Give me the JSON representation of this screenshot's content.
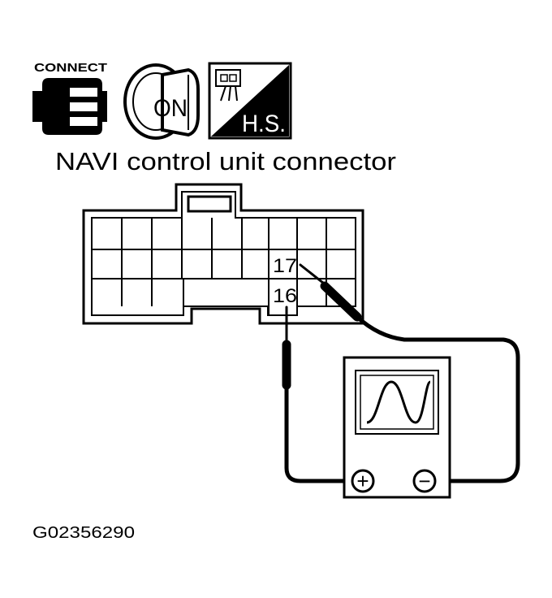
{
  "header_icons": {
    "connect_label": "CONNECT",
    "ignition_label": "ON",
    "harness_side_label": "H.S."
  },
  "connector_title": "NAVI control unit connector",
  "terminals": {
    "positive_probe": "16",
    "negative_probe": "17"
  },
  "oscilloscope": {
    "positive_terminal": "+",
    "negative_terminal": "−"
  },
  "figure_id": "G02356290"
}
